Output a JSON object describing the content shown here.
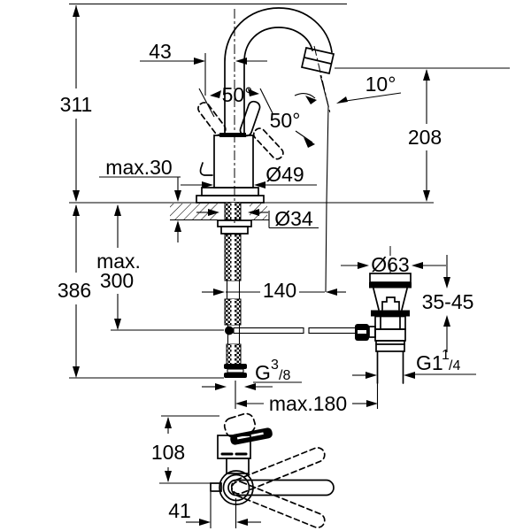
{
  "meta": {
    "type": "technical-dimension-drawing",
    "subject": "single-lever basin mixer faucet with pop-up waste",
    "background_color": "#ffffff",
    "line_color": "#000000"
  },
  "labels": {
    "overall_height": "311",
    "spout_handle_offset": "43",
    "handle_swing_left": "50°",
    "handle_swing_right": "50°",
    "outlet_angle": "10°",
    "outlet_height": "208",
    "deck_thickness_max": "max.30",
    "body_diameter": "Ø49",
    "hole_diameter": "Ø34",
    "hose_length_max_line1": "max.",
    "hose_length_max_line2": "300",
    "below_deck_total": "386",
    "spout_reach": "140",
    "waste_flange_diameter": "Ø63",
    "waste_deck_range": "35-45",
    "supply_thread_base": "G",
    "supply_thread_sup": "3",
    "supply_thread_den": "/8",
    "waste_thread_base": "G1",
    "waste_thread_sup": "1",
    "waste_thread_den": "/4",
    "rod_reach_max": "max.180",
    "plan_depth": "108",
    "plan_front_offset": "41"
  }
}
